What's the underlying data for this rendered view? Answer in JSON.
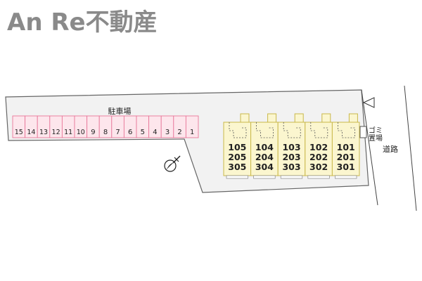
{
  "brand": {
    "text": "An Re不動産"
  },
  "parking": {
    "label": "駐車場",
    "spaces": [
      "15",
      "14",
      "13",
      "12",
      "11",
      "10",
      "9",
      "8",
      "7",
      "6",
      "5",
      "4",
      "3",
      "2",
      "1"
    ]
  },
  "building": {
    "units": [
      {
        "first": "105",
        "second": "205",
        "third": "305"
      },
      {
        "first": "104",
        "second": "204",
        "third": "304"
      },
      {
        "first": "103",
        "second": "203",
        "third": "303"
      },
      {
        "first": "102",
        "second": "202",
        "third": "302"
      },
      {
        "first": "101",
        "second": "201",
        "third": "301"
      }
    ]
  },
  "garbage": {
    "line1": "ゴミ",
    "line2": "置場"
  },
  "road": {
    "label": "道路"
  },
  "icons": {
    "north": "north-compass-icon",
    "entrance": "entrance-arrow-icon"
  },
  "colors": {
    "brand": "#8a8a8a",
    "parking_fill": "#fde6ec",
    "parking_stroke": "#e8789a",
    "building_fill": "#fbf6cf",
    "building_stroke": "#c9b84a",
    "lot_fill": "#f2f2f2",
    "lot_stroke": "#666666"
  }
}
